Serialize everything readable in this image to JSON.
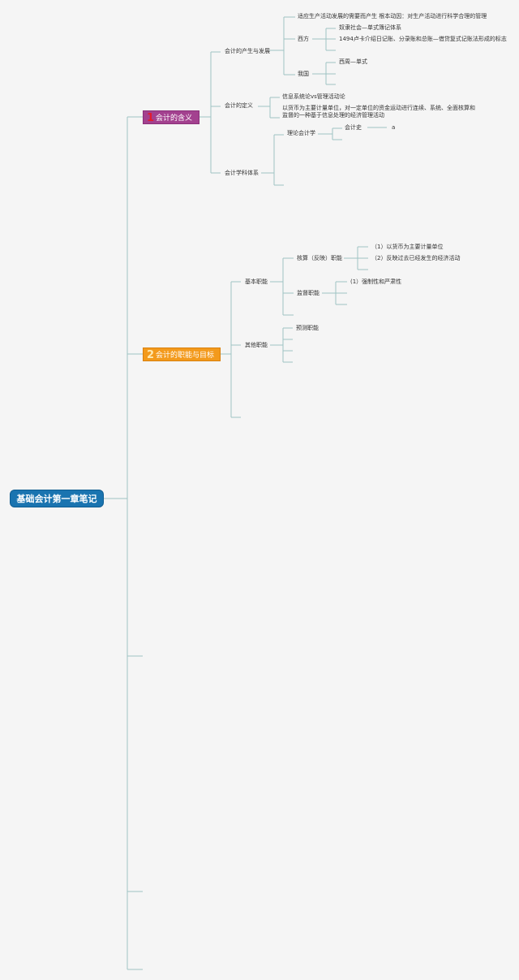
{
  "root": {
    "label": "基础会计第一章笔记"
  },
  "section1": {
    "number": "1",
    "label": "会计的含义",
    "color": "#a3418f",
    "number_color": "#e21c2d",
    "origin": {
      "label": "会计的产生与发展",
      "reason": "适应生产活动发展的需要而产生 根本动因：对生产活动进行科学合理的管理",
      "west": {
        "label": "西方",
        "items": [
          "奴隶社会—单式簿记体系",
          "1494卢卡介绍日记账、分录账和总账—借贷复式记账法形成的标志"
        ]
      },
      "china": {
        "label": "我国",
        "items": [
          "西周—单式"
        ]
      }
    },
    "definition": {
      "label": "会计的定义",
      "items": [
        "信息系统论vs管理活动论",
        "以货币为主要计量单位，对一定单位的资金运动进行连续、系统、全面核算和监督的一种基于信息处理的经济管理活动"
      ]
    },
    "discipline": {
      "label": "会计学科体系",
      "theory": {
        "label": "理论会计学",
        "history": "会计史",
        "mark": "a"
      }
    }
  },
  "section2": {
    "number": "2",
    "label": "会计的职能与目标",
    "color": "#f39a1c",
    "number_color": "#ffe9b0",
    "basic": {
      "label": "基本职能",
      "accounting": {
        "label": "核算（反映）职能",
        "items": [
          "（1）以货币为主要计量单位",
          "（2）反映过去已经发生的经济活动"
        ]
      },
      "supervision": {
        "label": "监督职能",
        "items": [
          "(1）强制性和严肃性"
        ]
      }
    },
    "other": {
      "label": "其他职能",
      "items": [
        "预测职能"
      ]
    }
  },
  "colors": {
    "line": "#9fc3c4",
    "root": "#1a74b0"
  }
}
